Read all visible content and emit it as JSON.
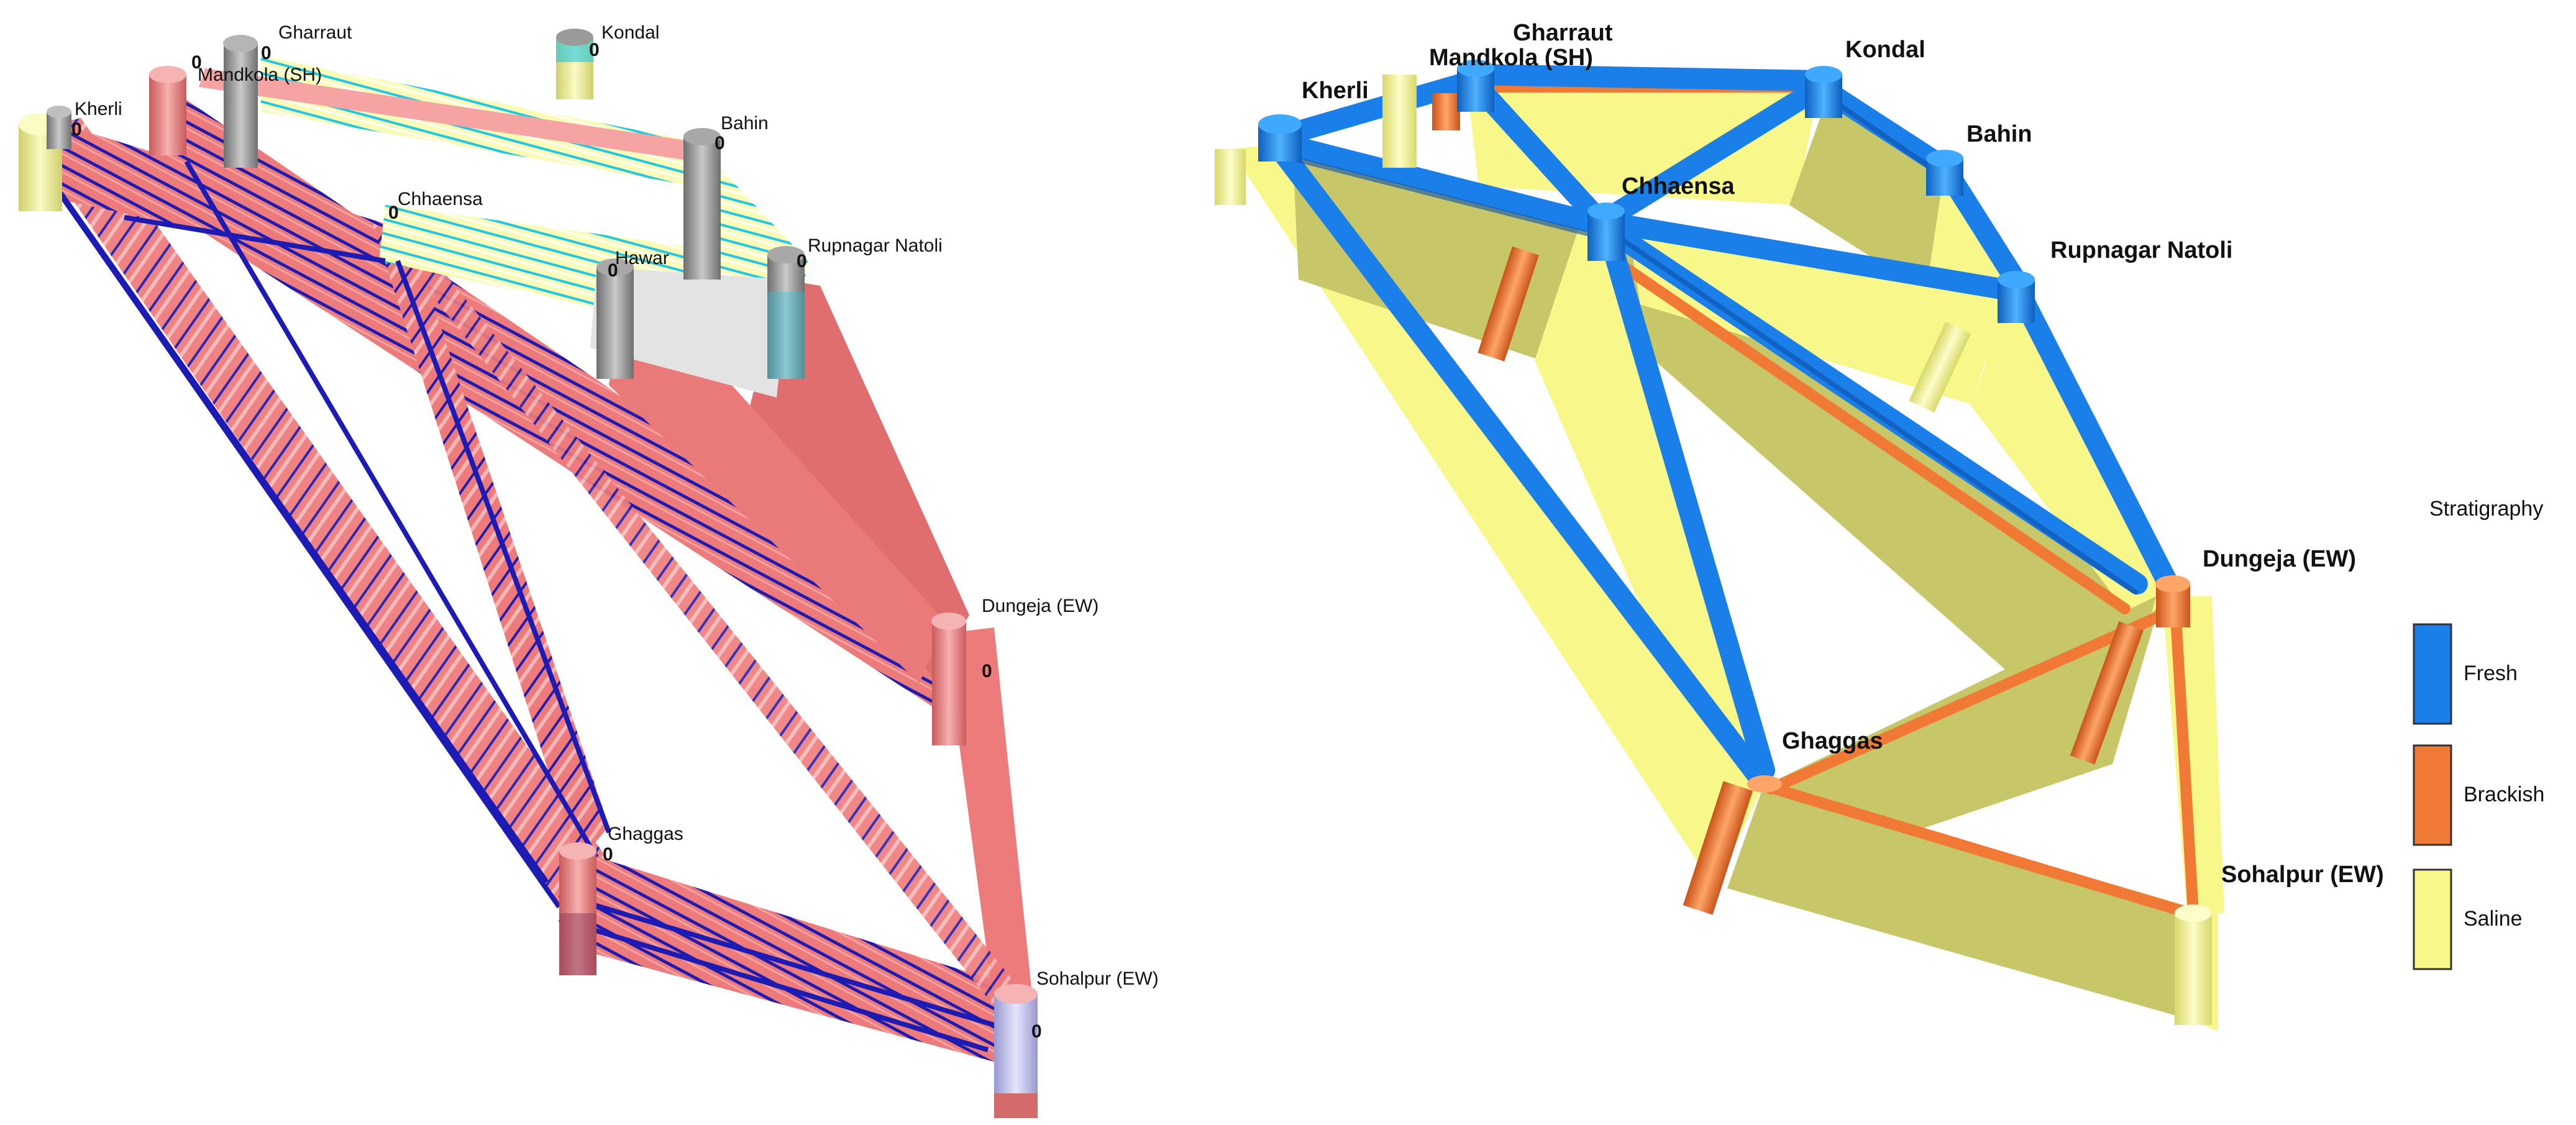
{
  "left_panel": {
    "wells": [
      {
        "id": "gharraut",
        "label": "Gharraut",
        "zero": "0"
      },
      {
        "id": "mandkola",
        "label": "Mandkola (SH)",
        "zero": "0"
      },
      {
        "id": "kherli",
        "label": "Kherli",
        "zero": "0"
      },
      {
        "id": "kondal",
        "label": "Kondal",
        "zero": "0"
      },
      {
        "id": "bahin",
        "label": "Bahin",
        "zero": "0"
      },
      {
        "id": "chhaensa",
        "label": "Chhaensa",
        "zero": "0"
      },
      {
        "id": "hawar",
        "label": "Hawar",
        "zero": "0"
      },
      {
        "id": "rupnagar",
        "label": "Rupnagar Natoli",
        "zero": "0"
      },
      {
        "id": "dungeja",
        "label": "Dungeja (EW)",
        "zero": "0"
      },
      {
        "id": "ghaggas",
        "label": "Ghaggas",
        "zero": "0"
      },
      {
        "id": "sohalpur",
        "label": "Sohalpur (EW)",
        "zero": "0"
      }
    ]
  },
  "right_panel": {
    "wells": [
      {
        "id": "gharraut",
        "label": "Gharraut"
      },
      {
        "id": "mandkola",
        "label": "Mandkola (SH)"
      },
      {
        "id": "kherli",
        "label": "Kherli"
      },
      {
        "id": "kondal",
        "label": "Kondal"
      },
      {
        "id": "bahin",
        "label": "Bahin"
      },
      {
        "id": "chhaensa",
        "label": "Chhaensa"
      },
      {
        "id": "rupnagar",
        "label": "Rupnagar Natoli"
      },
      {
        "id": "dungeja",
        "label": "Dungeja (EW)"
      },
      {
        "id": "ghaggas",
        "label": "Ghaggas"
      },
      {
        "id": "sohalpur",
        "label": "Sohalpur (EW)"
      }
    ],
    "legend": {
      "title": "Stratigraphy",
      "items": [
        {
          "label": "Fresh",
          "color": "#1a7fe8"
        },
        {
          "label": "Brackish",
          "color": "#f07a35"
        },
        {
          "label": "Saline",
          "color": "#f8f78a"
        }
      ]
    }
  },
  "colors": {
    "salmon": "#ee7b7b",
    "salmon_light": "#f6a3a3",
    "dark_blue": "#1c1cb4",
    "cyan": "#1ec8e6",
    "pale_yellow": "#fbfbb8",
    "grey_well": "#9a9a9a",
    "fresh_blue": "#1a7fe8",
    "brackish_orange": "#f07a35",
    "saline_yellow": "#f8f78a",
    "saline_shade": "#c7c76a"
  }
}
